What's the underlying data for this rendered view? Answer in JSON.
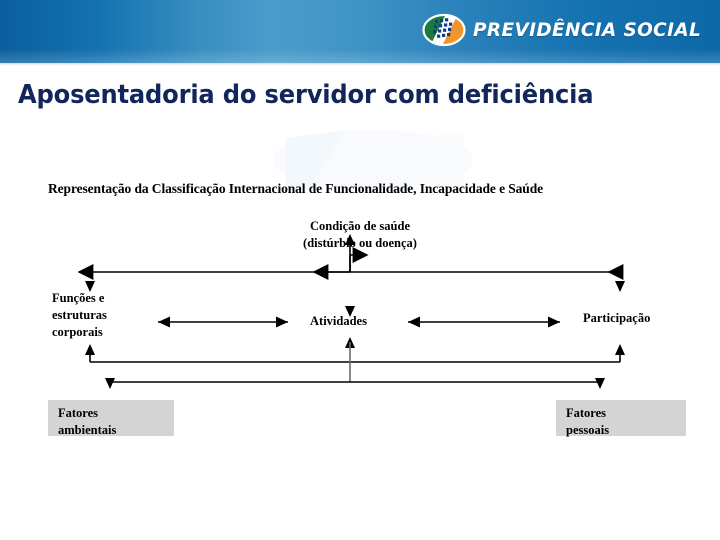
{
  "header": {
    "brand_name": "PREVIDÊNCIA SOCIAL",
    "logo_icon": "previdencia-social-emblem",
    "colors": {
      "gradient_left": "#0b5f9e",
      "gradient_mid": "#4a9ccb",
      "gradient_right": "#0d68a8"
    }
  },
  "slide": {
    "title": "Aposentadoria do servidor com deficiência",
    "title_color": "#12265c"
  },
  "diagram": {
    "title": "Representação da Classificação Internacional de Funcionalidade, Incapacidade e Saúde",
    "nodes": {
      "health_condition": "Condição de saúde\n(distúrbio ou doença)",
      "body_functions": "Funções e\nestruturas\ncorporais",
      "activities": "Atividades",
      "participation": "Participação",
      "environmental_factors": "Fatores\nambientais",
      "personal_factors": "Fatores\npessoais"
    },
    "box_fill": "#d4d4d4",
    "line_color": "#000000"
  },
  "chart_data": {
    "type": "diagram",
    "title": "Representação da Classificação Internacional de Funcionalidade, Incapacidade e Saúde",
    "nodes": [
      {
        "id": "health_condition",
        "label": "Condição de saúde (distúrbio ou doença)",
        "level": "top",
        "boxed": false
      },
      {
        "id": "body_functions",
        "label": "Funções e estruturas corporais",
        "level": "middle",
        "boxed": false
      },
      {
        "id": "activities",
        "label": "Atividades",
        "level": "middle",
        "boxed": false
      },
      {
        "id": "participation",
        "label": "Participação",
        "level": "middle",
        "boxed": false
      },
      {
        "id": "environmental_factors",
        "label": "Fatores ambientais",
        "level": "bottom",
        "boxed": true
      },
      {
        "id": "personal_factors",
        "label": "Fatores pessoais",
        "level": "bottom",
        "boxed": true
      }
    ],
    "edges": [
      {
        "from": "health_condition",
        "to": "body_functions",
        "arrow": "bidirectional"
      },
      {
        "from": "health_condition",
        "to": "activities",
        "arrow": "bidirectional"
      },
      {
        "from": "health_condition",
        "to": "participation",
        "arrow": "bidirectional"
      },
      {
        "from": "body_functions",
        "to": "activities",
        "arrow": "bidirectional"
      },
      {
        "from": "activities",
        "to": "participation",
        "arrow": "bidirectional"
      },
      {
        "from": "environmental_factors",
        "to": "body_functions",
        "arrow": "bidirectional"
      },
      {
        "from": "environmental_factors",
        "to": "activities",
        "arrow": "bidirectional"
      },
      {
        "from": "personal_factors",
        "to": "participation",
        "arrow": "bidirectional"
      }
    ]
  }
}
